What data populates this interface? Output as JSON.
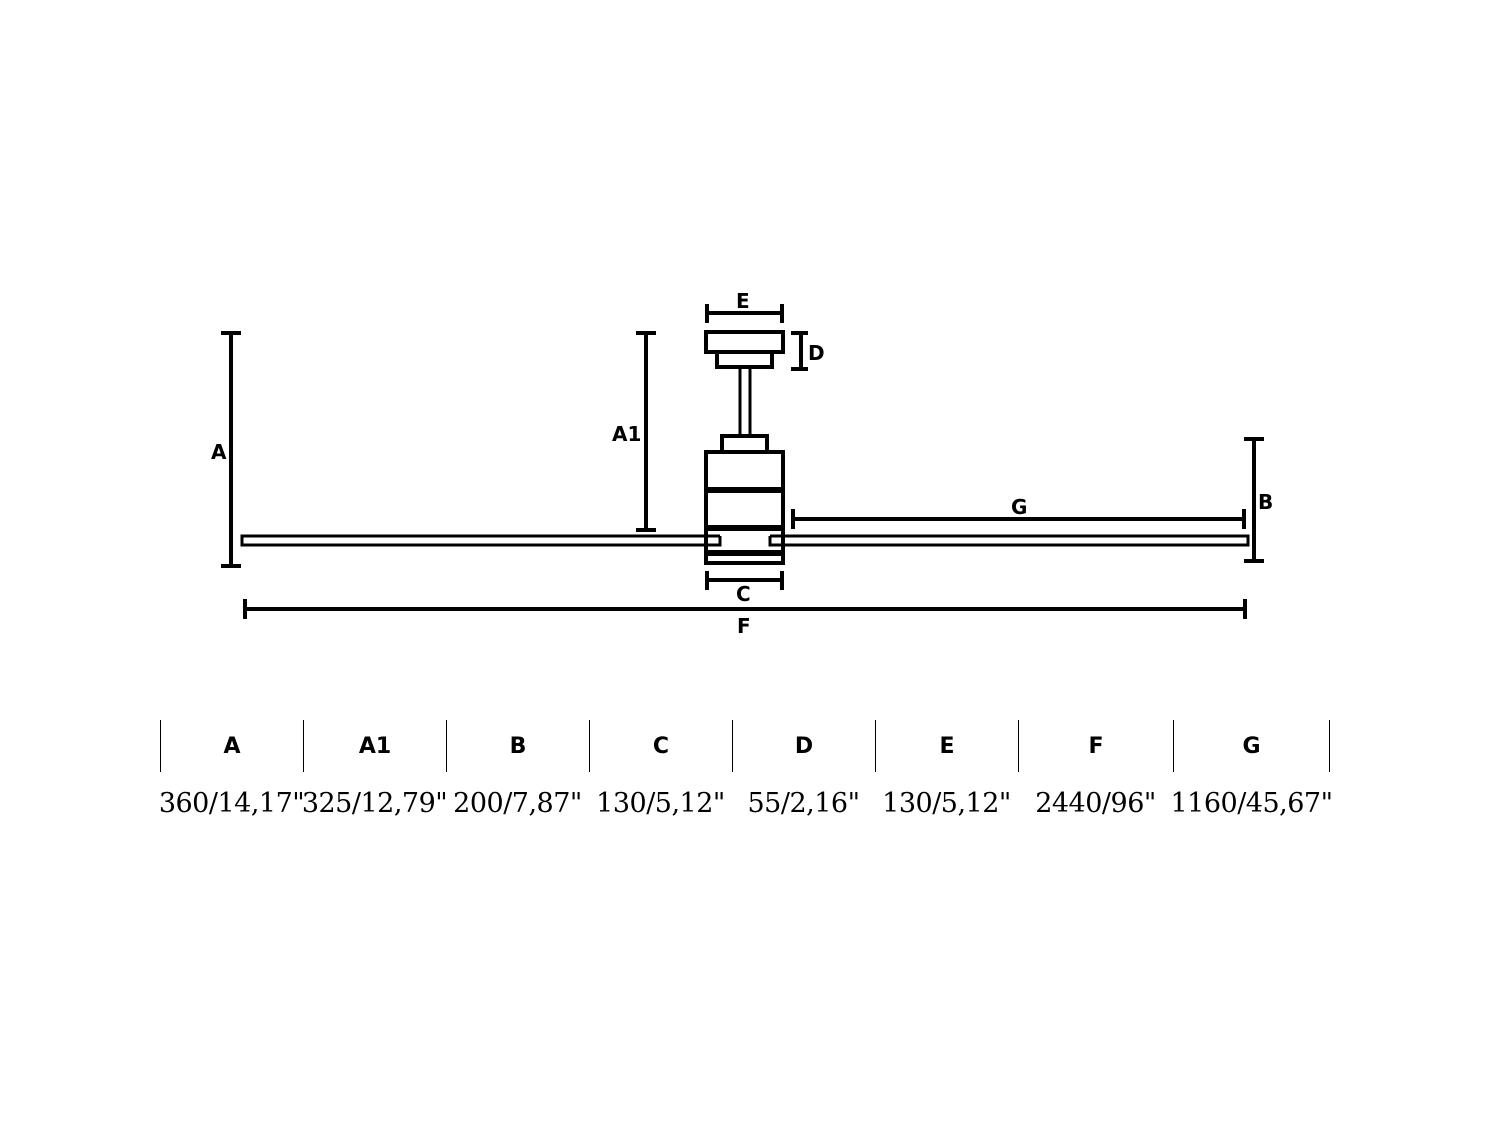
{
  "diagram": {
    "title": "Ceiling fan dimension drawing",
    "labels": {
      "A": "A",
      "A1": "A1",
      "B": "B",
      "C": "C",
      "D": "D",
      "E": "E",
      "F": "F",
      "G": "G"
    },
    "stroke_color": "#000000",
    "background": "#ffffff"
  },
  "table": {
    "columns": [
      {
        "key": "A",
        "label": "A",
        "value": "360/14,17\"",
        "width": 143
      },
      {
        "key": "A1",
        "label": "A1",
        "value": "325/12,79\"",
        "width": 143
      },
      {
        "key": "B",
        "label": "B",
        "value": "200/7,87\"",
        "width": 143
      },
      {
        "key": "C",
        "label": "C",
        "value": "130/5,12\"",
        "width": 143
      },
      {
        "key": "D",
        "label": "D",
        "value": "55/2,16\"",
        "width": 143
      },
      {
        "key": "E",
        "label": "E",
        "value": "130/5,12\"",
        "width": 143
      },
      {
        "key": "F",
        "label": "F",
        "value": "2440/96\"",
        "width": 155
      },
      {
        "key": "G",
        "label": "G",
        "value": "1160/45,67\"",
        "width": 157
      }
    ]
  }
}
